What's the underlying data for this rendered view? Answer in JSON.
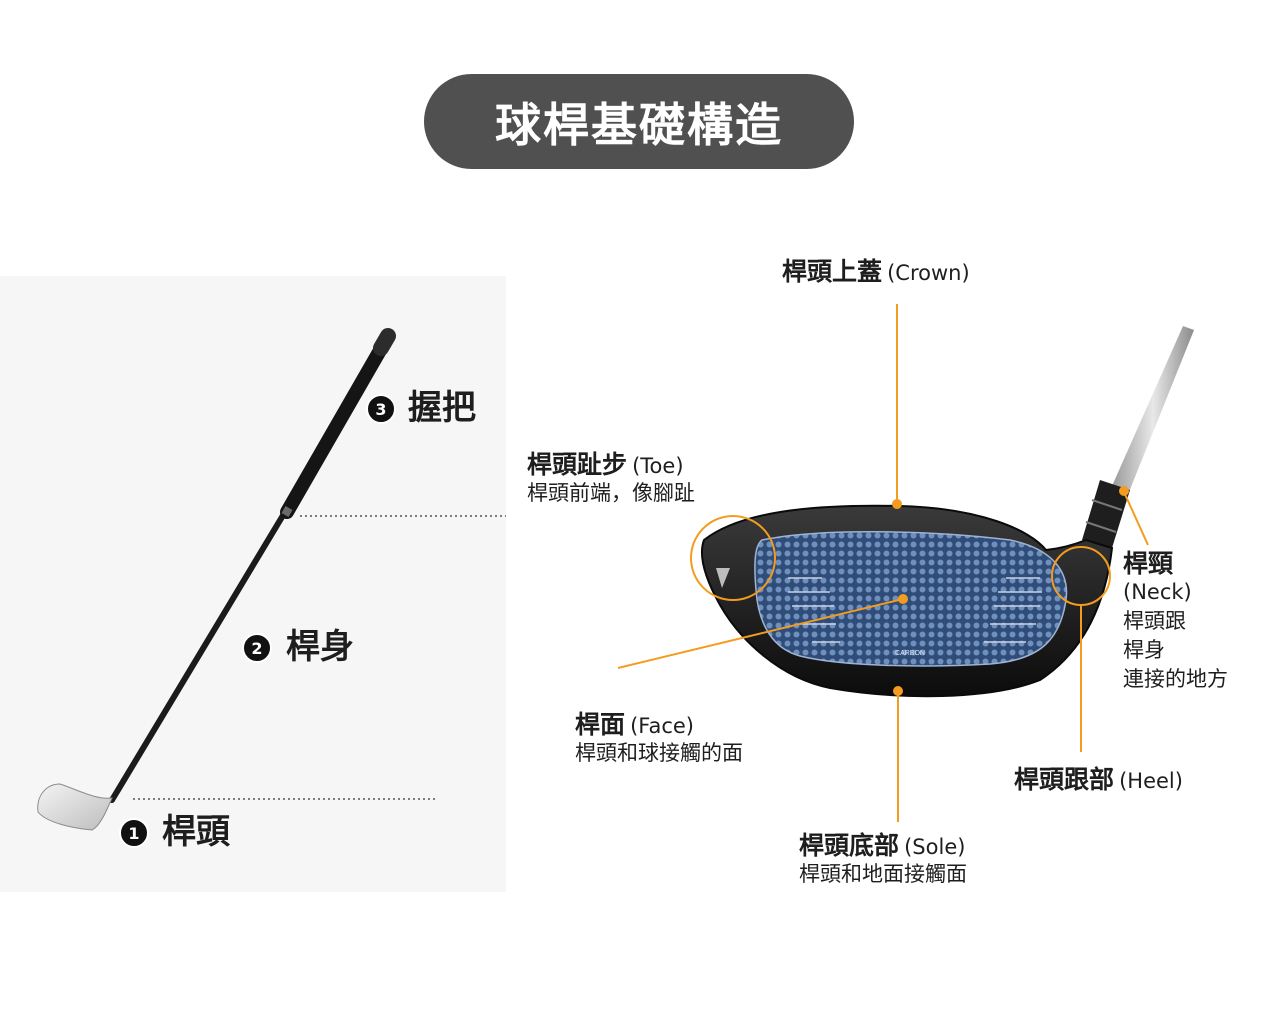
{
  "title": "球桿基礎構造",
  "club_parts": [
    {
      "number": "3",
      "label": "握把"
    },
    {
      "number": "2",
      "label": "桿身"
    },
    {
      "number": "1",
      "label": "桿頭"
    }
  ],
  "callouts": {
    "crown": {
      "name": "桿頭上蓋",
      "en": "(Crown)"
    },
    "toe": {
      "name": "桿頭趾步",
      "en": "(Toe)",
      "desc": "桿頭前端，像腳趾"
    },
    "neck": {
      "name": "桿頸",
      "en": "(Neck)",
      "desc1": "桿頭跟",
      "desc2": "桿身",
      "desc3": "連接的地方"
    },
    "face": {
      "name": "桿面",
      "en": "(Face)",
      "desc": "桿頭和球接觸的面"
    },
    "heel": {
      "name": "桿頭跟部",
      "en": "(Heel)"
    },
    "sole": {
      "name": "桿頭底部",
      "en": "(Sole)",
      "desc": "桿頭和地面接觸面"
    }
  },
  "face_print": "CARBON",
  "colors": {
    "accent": "#f39c1f",
    "title_bg": "#505050",
    "panel_bg": "#f6f6f6",
    "face_blue": "#3e5f8e"
  }
}
